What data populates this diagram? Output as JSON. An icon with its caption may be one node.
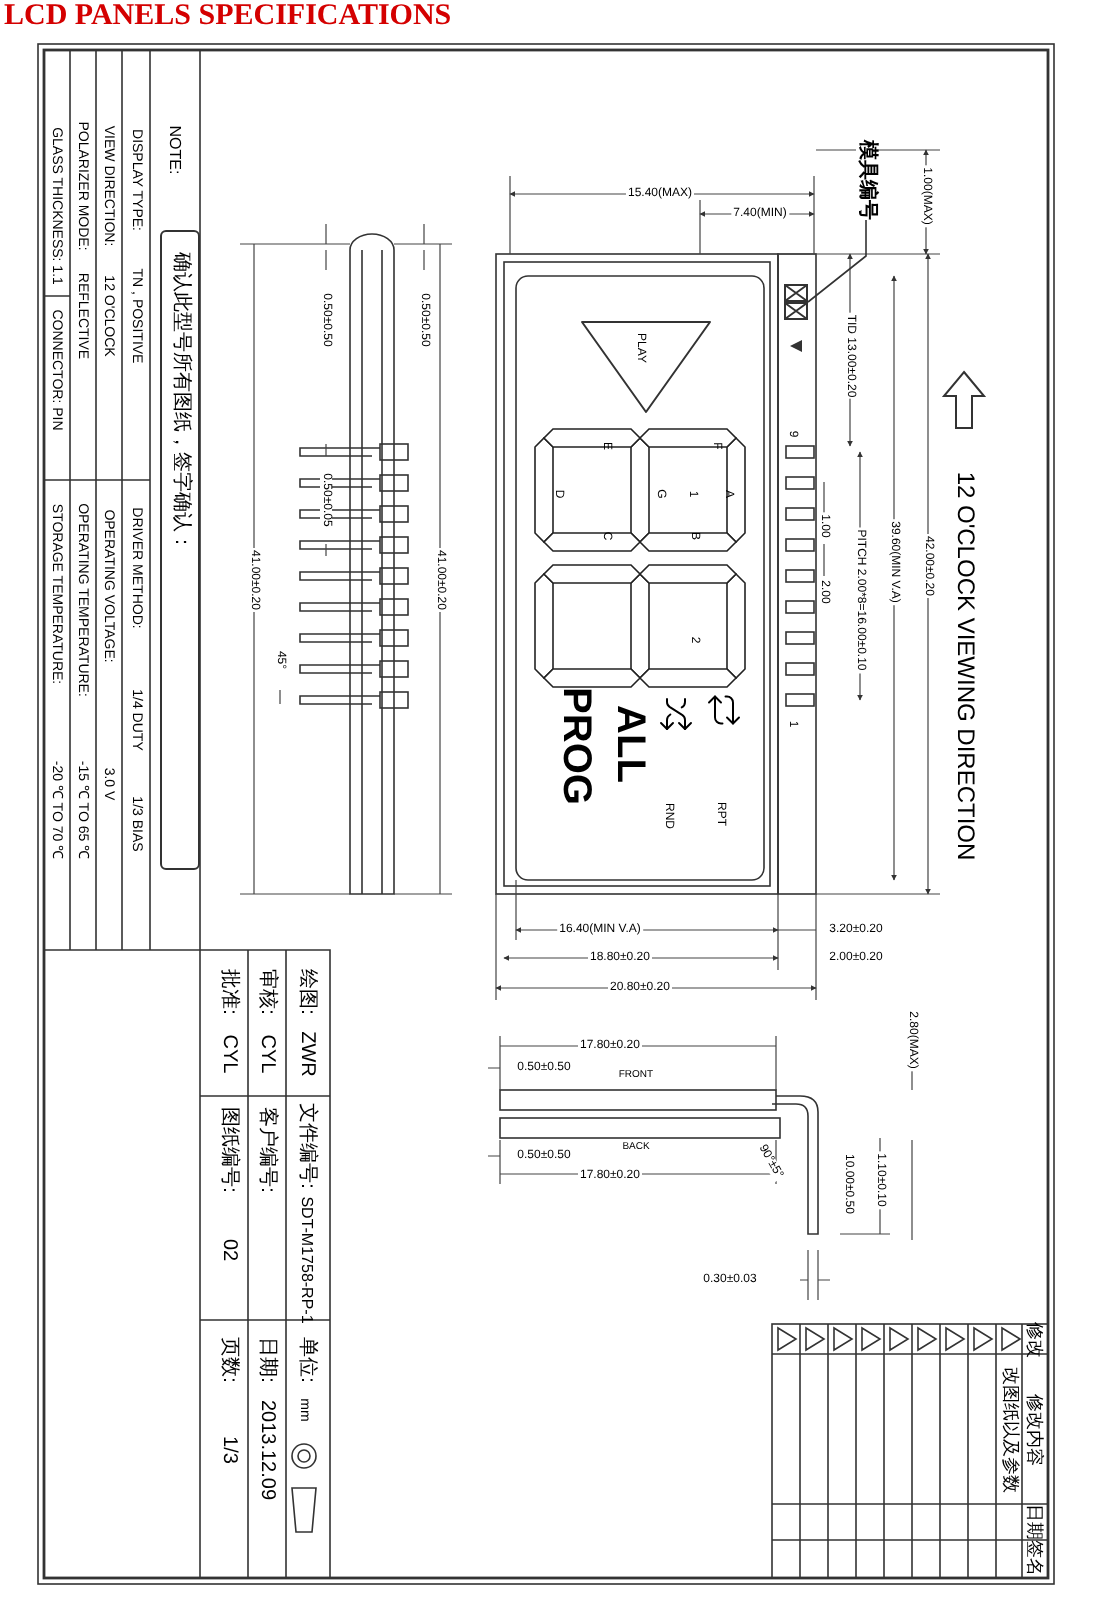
{
  "diagram": {
    "title": "LCD PANELS SPECIFICATIONS",
    "nodes": [
      {
        "text": [
          "确认此型号所有图纸，签字确认："
        ]
      },
      {
        "text": [
          "模具编号"
        ]
      },
      {
        "text": [],
        "shape": "box"
      }
    ],
    "edges": [
      {
        "from": 1,
        "to": 2,
        "arrow": "none"
      }
    ],
    "labels": [
      "NOTE:",
      "DISPLAY TYPE:",
      "TN , POSITIVE",
      "DRIVER METHOD:",
      "1/4 DUTY",
      "1/3 BIAS",
      "VIEW DIRECTION:",
      "12 O'CLOCK",
      "OPERATING VOLTAGE:",
      "3.0 V",
      "POLARIZER MODE:",
      "REFLECTIVE",
      "OPERATING TEMPERATURE:",
      "-15 ℃ TO 65 ℃",
      "GLASS THICKNESS: 1.1",
      "CONNECTOR: PIN",
      "STORAGE TEMPERATURE:",
      "-20 ℃ TO 70 ℃",
      "0.50±0.50",
      "0.50±0.50",
      "0.50±0.05",
      "41.00±0.20",
      "41.00±0.20",
      "45°",
      "15.40(MAX)",
      "7.40(MIN)",
      "1.00(MAX)",
      "TID 13.00±0.20",
      "9",
      "1.00",
      "2.00",
      "PITCH 2.00*8=16.00±0.10",
      "39.60(MIN V.A)",
      "42.00±0.20",
      "1",
      "12 O'CLOCK VIEWING DIRECTION",
      "PLAY",
      "E",
      "F",
      "D",
      "G",
      "1",
      "A",
      "C",
      "B",
      "2",
      "ALL",
      "PROG",
      "RND",
      "RPT",
      "16.40(MIN V.A)",
      "3.20±0.20",
      "18.80±0.20",
      "2.00±0.20",
      "20.80±0.20",
      "2.80(MAX)",
      "17.80±0.20",
      "0.50±0.50",
      "FRONT",
      "0.50±0.50",
      "BACK",
      "17.80±0.20",
      "90°±5°",
      "10.00±0.50",
      "1.10±0.10",
      "0.30±0.03",
      "绘图:",
      "ZWR",
      "文件编号:",
      "SDT-M1758-RP-1",
      "单位:",
      "mm",
      "审核:",
      "CYL",
      "客户编号:",
      "日期:",
      "2013.12.09",
      "批准:",
      "CYL",
      "图纸编号:",
      "02",
      "页数:",
      "1/3",
      "修改",
      "修改内容",
      "日期",
      "签名",
      "改图纸以及参数"
    ]
  }
}
